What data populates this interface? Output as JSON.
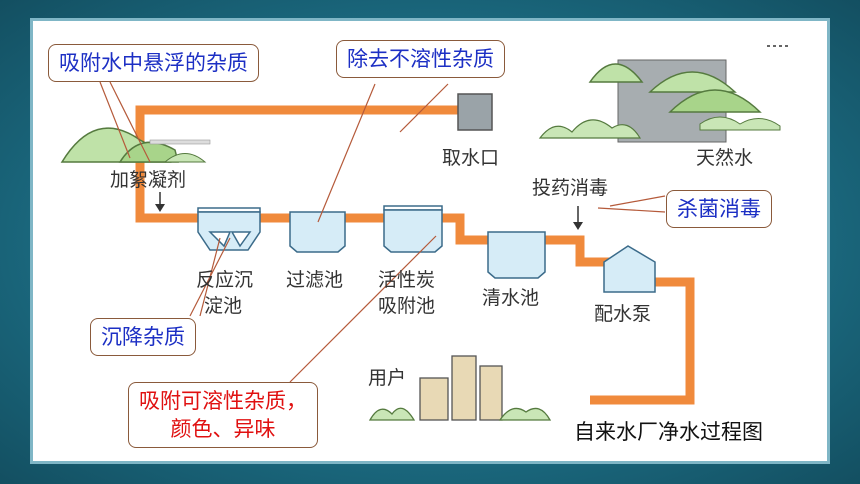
{
  "labels": {
    "coagulant": "加絮凝剂",
    "intake": "取水口",
    "natural_water": "天然水",
    "dosing": "投药消毒",
    "sedimentation_line1": "反应沉",
    "sedimentation_line2": "淀池",
    "filter": "过滤池",
    "carbon_line1": "活性炭",
    "carbon_line2": "吸附池",
    "clear_water": "清水池",
    "pump": "配水泵",
    "user": "用户"
  },
  "callouts": {
    "adsorb_suspended": "吸附水中悬浮的杂质",
    "remove_insoluble": "除去不溶性杂质",
    "sterilize": "杀菌消毒",
    "settle": "沉降杂质",
    "adsorb_soluble_line1": "吸附可溶性杂质，",
    "adsorb_soluble_line2": "颜色、异味"
  },
  "diagram_title": "自来水厂净水过程图",
  "colors": {
    "pipe": "#f08a3c",
    "callout_blue": "#1c2fc4",
    "callout_red": "#e01010",
    "tank_fill": "#d6ecf7",
    "tank_stroke": "#3b6b8a",
    "frame": "#1e6f86"
  }
}
